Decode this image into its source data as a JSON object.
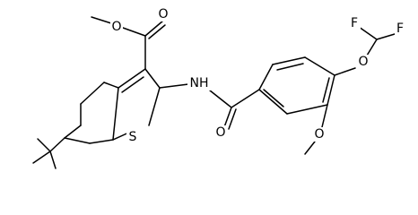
{
  "figure": {
    "atoms": {
      "ester_o_single": "O",
      "ester_o_double": "O",
      "nh": "NH",
      "s": "S",
      "amide_o": "O",
      "ether_o": "O",
      "methoxy_o": "O",
      "f_left": "F",
      "f_right": "F"
    }
  }
}
